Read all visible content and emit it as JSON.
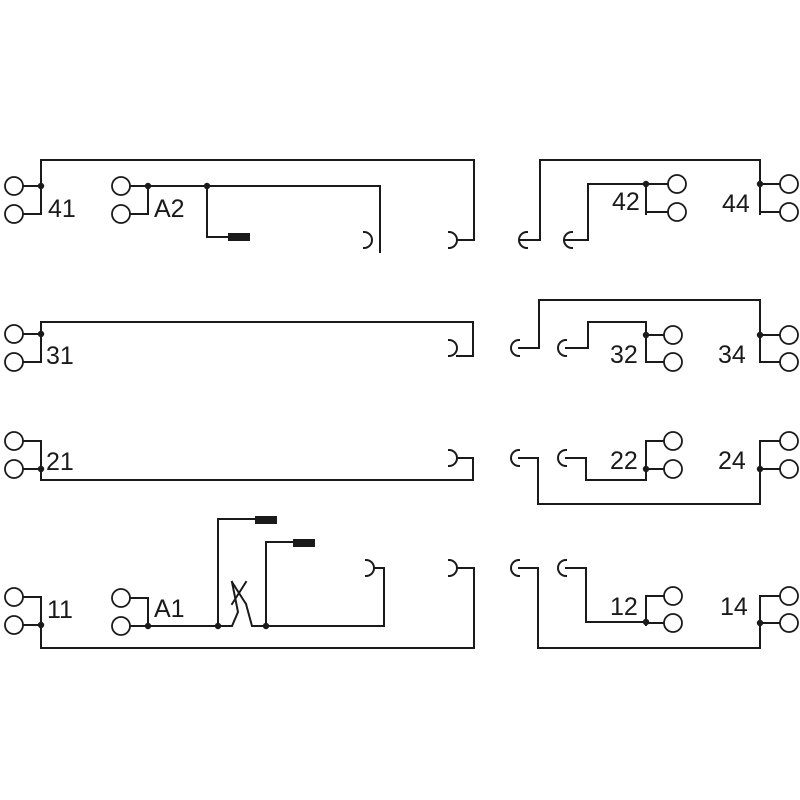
{
  "terminals": {
    "t41": "41",
    "tA2": "A2",
    "t42": "42",
    "t44": "44",
    "t31": "31",
    "t32": "32",
    "t34": "34",
    "t21": "21",
    "t22": "22",
    "t24": "24",
    "t11": "11",
    "tA1": "A1",
    "t12": "12",
    "t14": "14"
  },
  "colors": {
    "line": "#1a1a1a",
    "background": "#ffffff"
  }
}
